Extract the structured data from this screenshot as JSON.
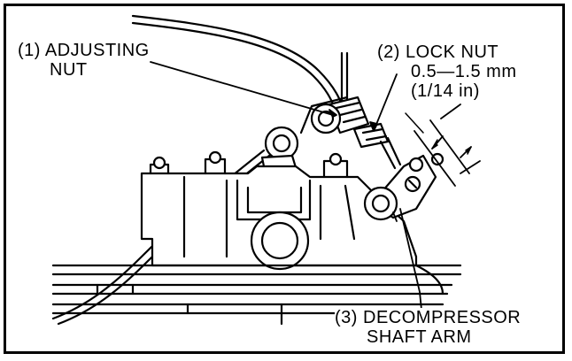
{
  "labels": {
    "adjusting_nut": {
      "line1": "(1) ADJUSTING",
      "line2": "NUT"
    },
    "lock_nut": {
      "line1": "(2) LOCK NUT",
      "line2": "0.5—1.5 mm",
      "line3": "(1/14 in)"
    },
    "decompressor": {
      "line1": "(3) DECOMPRESSOR",
      "line2": "SHAFT ARM"
    }
  },
  "colors": {
    "ink": "#000000",
    "paper": "#ffffff"
  }
}
